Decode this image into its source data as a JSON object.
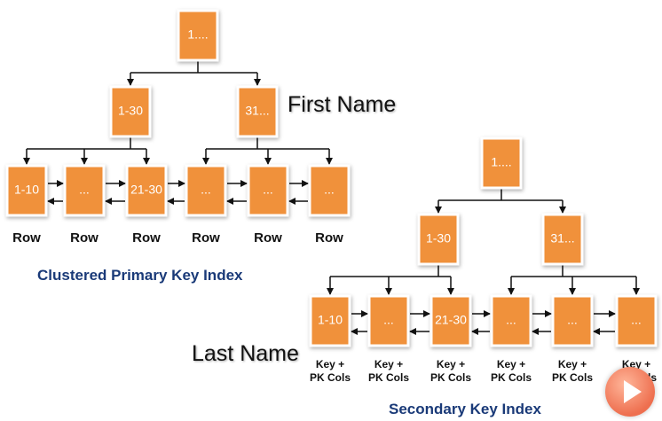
{
  "colors": {
    "node_fill": "#f0913a",
    "node_border": "#ffffff",
    "caption": "#1a3a78",
    "play": "#ee6f4f"
  },
  "tree1": {
    "root": "1....",
    "level2": [
      "1-30",
      "31..."
    ],
    "leaves": [
      "1-10",
      "...",
      "21-30",
      "...",
      "...",
      "..."
    ],
    "leaf_labels": [
      "Row",
      "Row",
      "Row",
      "Row",
      "Row",
      "Row"
    ],
    "caption": "Clustered Primary Key Index",
    "field_label": "First Name"
  },
  "tree2": {
    "root": "1....",
    "level2": [
      "1-30",
      "31..."
    ],
    "leaves": [
      "1-10",
      "...",
      "21-30",
      "...",
      "...",
      "..."
    ],
    "leaf_labels": [
      [
        "Key +",
        "PK Cols"
      ],
      [
        "Key +",
        "PK Cols"
      ],
      [
        "Key +",
        "PK Cols"
      ],
      [
        "Key +",
        "PK Cols"
      ],
      [
        "Key +",
        "PK Cols"
      ],
      [
        "Key +",
        "PK Cols"
      ]
    ],
    "caption": "Secondary Key Index",
    "field_label": "Last Name"
  },
  "play_icon": "play-icon"
}
